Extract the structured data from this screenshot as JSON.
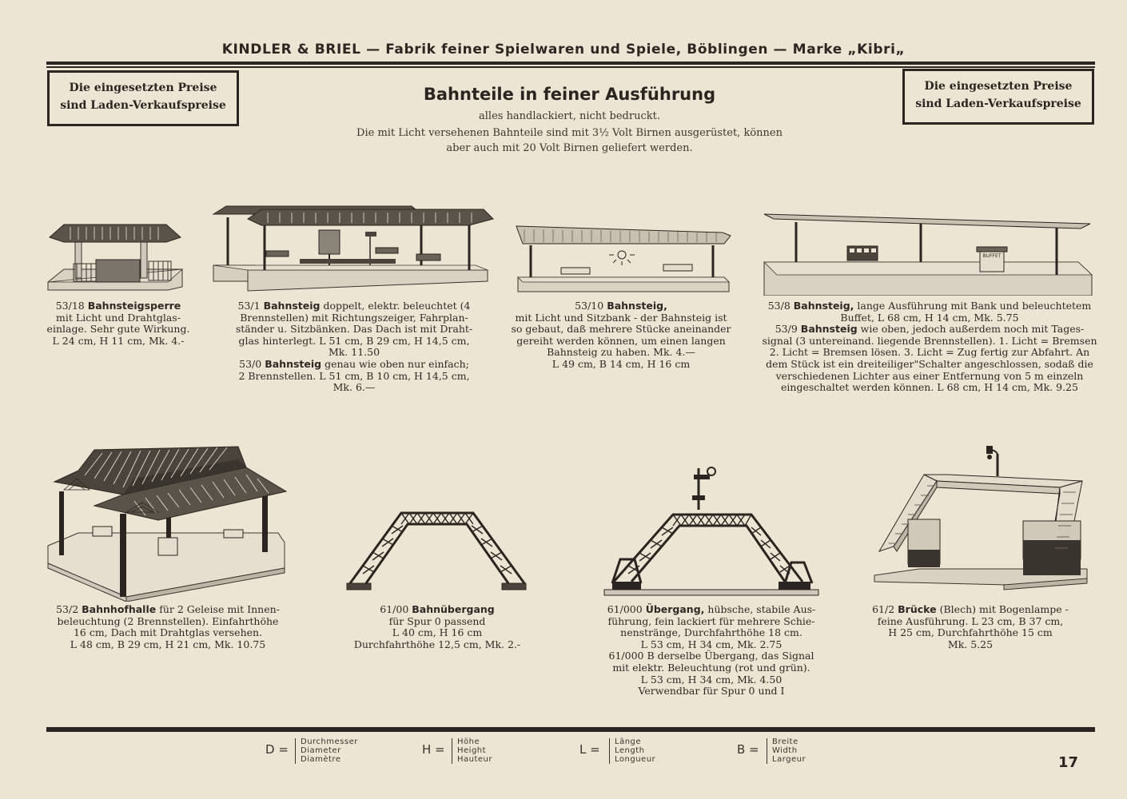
{
  "header": "KINDLER & BRIEL — Fabrik feiner Spielwaren und Spiele, Böblingen — Marke „Kibri„",
  "price_note": {
    "left_line1": "Die eingesetzten Preise",
    "left_line2": "sind Laden-Verkaufspreise",
    "right_line1": "Die eingesetzten Preise",
    "right_line2": "sind Laden-Verkaufspreise"
  },
  "title": "Bahnteile in feiner Ausführung",
  "subtitle": "alles handlackiert, nicht bedruckt.",
  "intro_line1": "Die mit Licht versehenen Bahnteile sind mit 3½ Volt Birnen ausgerüstet, können",
  "intro_line2": "aber auch mit 20 Volt Birnen geliefert werden.",
  "items": {
    "i5318": {
      "number": "53/18",
      "name": "Bahnsteigsperre",
      "l1_rest": "",
      "l2": "mit Licht und Drahtglas-",
      "l3": "einlage. Sehr gute Wirkung.",
      "l4": "L 24 cm, H 11 cm, Mk. 4.-"
    },
    "i531": {
      "number": "53/1",
      "name": "Bahnsteig",
      "l1_rest": "doppelt, elektr. beleuchtet (4",
      "l2": "Brennstellen) mit Richtungszeiger, Fahrplan-",
      "l3": "ständer u. Sitzbänken. Das Dach ist mit Draht-",
      "l4": "glas hinterlegt. L 51 cm, B 29 cm, H 14,5 cm,",
      "l5": "Mk. 11.50"
    },
    "i530": {
      "number": "53/0",
      "name": "Bahnsteig",
      "l1_rest": "genau wie oben nur einfach;",
      "l2": "2 Brennstellen. L 51 cm, B 10 cm, H 14,5 cm,",
      "l3": "Mk. 6.—"
    },
    "i5310": {
      "number": "53/10",
      "name": "Bahnsteig,",
      "l2": "mit Licht und Sitzbank - der Bahnsteig ist",
      "l3": "so gebaut, daß mehrere Stücke aneinander",
      "l4": "gereiht werden können, um einen langen",
      "l5": "Bahnsteig zu haben. Mk. 4.—",
      "l6": "L 49 cm, B 14 cm, H 16 cm"
    },
    "i538": {
      "number": "53/8",
      "name": "Bahnsteig,",
      "l1_rest": "lange Ausführung mit Bank und beleuchtetem",
      "l2": "Buffet, L 68 cm, H 14 cm, Mk. 5.75"
    },
    "i539": {
      "number": "53/9",
      "name": "Bahnsteig",
      "l1_rest": "wie oben, jedoch außerdem noch mit Tages-",
      "l2": "signal (3 untereinand. liegende Brennstellen). 1. Licht = Bremsen",
      "l3": "2. Licht = Bremsen lösen. 3. Licht = Zug fertig zur Abfahrt. An",
      "l4": "dem Stück ist ein dreiteiliger\"Schalter angeschlossen, sodaß die",
      "l5": "verschiedenen Lichter aus einer Entfernung von 5 m einzeln",
      "l6": "eingeschaltet werden können. L 68 cm, H 14 cm, Mk. 9.25"
    },
    "i532": {
      "number": "53/2",
      "name": "Bahnhofhalle",
      "l1_rest": "für 2 Geleise mit Innen-",
      "l2": "beleuchtung (2 Brennstellen). Einfahrthöhe",
      "l3": "16 cm, Dach mit Drahtglas versehen.",
      "l4": "L 48 cm, B 29 cm, H 21 cm, Mk. 10.75"
    },
    "i6100": {
      "number": "61/00",
      "name": "Bahnübergang",
      "l2": "für Spur 0 passend",
      "l3": "L 40 cm, H 16 cm",
      "l4": "Durchfahrthöhe 12,5 cm, Mk. 2.-"
    },
    "i61000": {
      "number": "61/000",
      "name": "Übergang,",
      "l1_rest": "hübsche, stabile Aus-",
      "l2": "führung, fein lackiert für mehrere Schie-",
      "l3": "nenstränge, Durchfahrthöhe 18 cm.",
      "l4": "L 53 cm, H 34 cm, Mk. 2.75"
    },
    "i61000b": {
      "l1": "61/000 B derselbe Übergang, das Signal",
      "l2": "mit elektr. Beleuchtung (rot und grün).",
      "l3": "L 53 cm, H 34 cm, Mk. 4.50",
      "l4": "Verwendbar für Spur 0 und I"
    },
    "i612": {
      "number": "61/2",
      "name": "Brücke",
      "l1_rest": "(Blech) mit Bogenlampe -",
      "l2": "feine Ausführung. L 23 cm, B 37 cm,",
      "l3": "H 25 cm, Durchfahrthöhe 15 cm",
      "l4": "Mk. 5.25"
    }
  },
  "legend": {
    "d": {
      "symbol": "D =",
      "w1": "Durchmesser",
      "w2": "Diameter",
      "w3": "Diamètre"
    },
    "h": {
      "symbol": "H =",
      "w1": "Höhe",
      "w2": "Height",
      "w3": "Hauteur"
    },
    "l": {
      "symbol": "L =",
      "w1": "Länge",
      "w2": "Length",
      "w3": "Longueur"
    },
    "b": {
      "symbol": "B =",
      "w1": "Breite",
      "w2": "Width",
      "w3": "Largeur"
    }
  },
  "page_number": "17",
  "buffet_sign": "BUFFET",
  "colors": {
    "paper": "#ede5d3",
    "ink": "#2a2520"
  }
}
